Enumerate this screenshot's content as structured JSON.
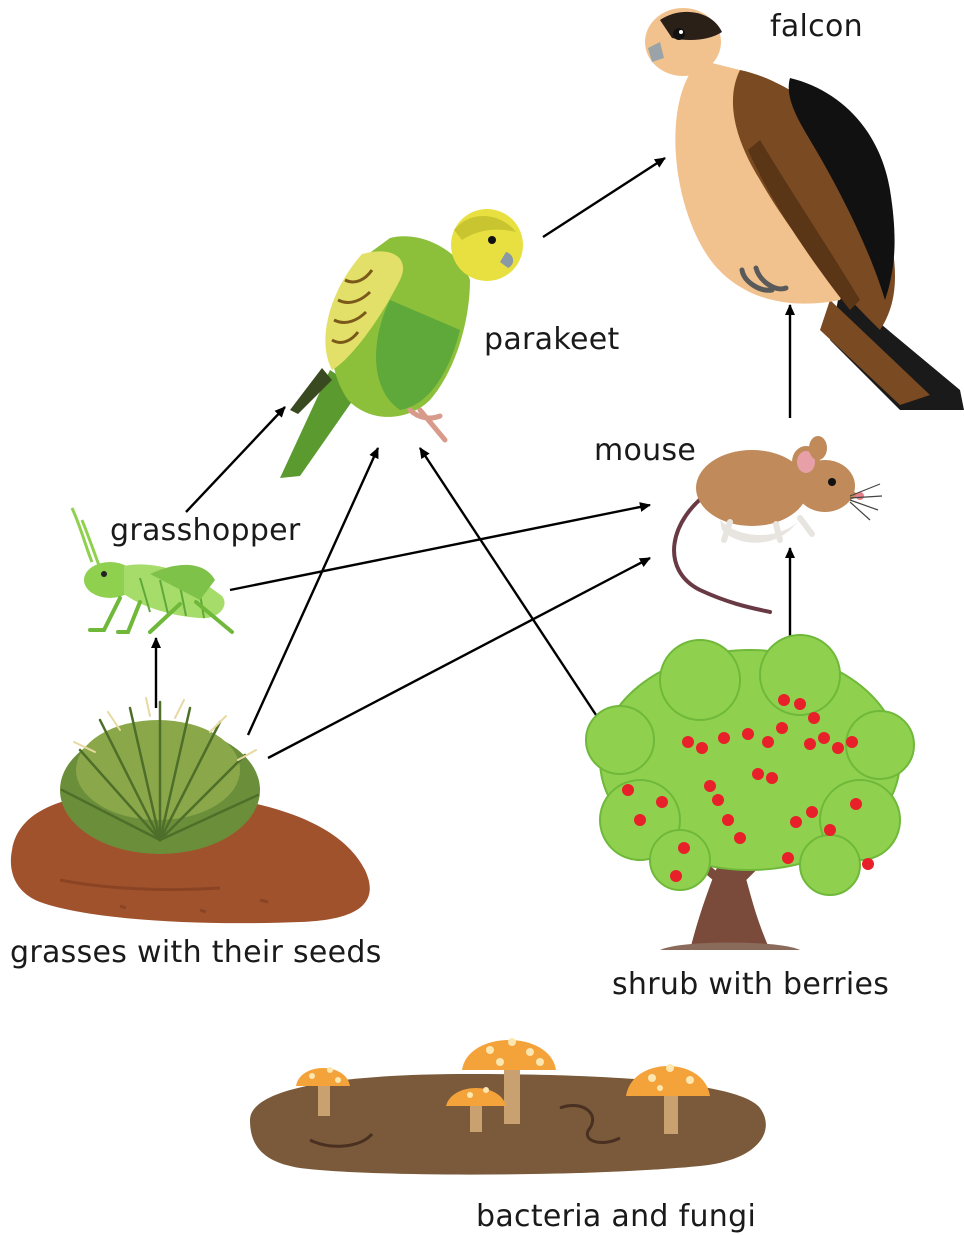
{
  "labels": {
    "falcon": "falcon",
    "parakeet": "parakeet",
    "mouse": "mouse",
    "grasshopper": "grasshopper",
    "grasses": "grasses with their seeds",
    "shrub": "shrub with berries",
    "decomposers": "bacteria and fungi"
  },
  "organisms": [
    {
      "id": "falcon",
      "icon": "falcon-icon"
    },
    {
      "id": "parakeet",
      "icon": "parakeet-icon"
    },
    {
      "id": "mouse",
      "icon": "mouse-icon"
    },
    {
      "id": "grasshopper",
      "icon": "grasshopper-icon"
    },
    {
      "id": "grasses",
      "icon": "grass-tuft-icon"
    },
    {
      "id": "shrub",
      "icon": "berry-shrub-icon"
    },
    {
      "id": "decomposers",
      "icon": "mushroom-soil-icon"
    }
  ],
  "food_links": [
    {
      "from": "grasses",
      "to": "grasshopper"
    },
    {
      "from": "grasses",
      "to": "parakeet"
    },
    {
      "from": "grasses",
      "to": "mouse"
    },
    {
      "from": "grasshopper",
      "to": "parakeet"
    },
    {
      "from": "grasshopper",
      "to": "mouse"
    },
    {
      "from": "shrub",
      "to": "parakeet"
    },
    {
      "from": "shrub",
      "to": "mouse"
    },
    {
      "from": "parakeet",
      "to": "falcon"
    },
    {
      "from": "mouse",
      "to": "falcon"
    }
  ],
  "colors": {
    "arrow": "#000000",
    "soil": "#a0522d",
    "decomposer_soil": "#7a5a3a",
    "grass": "#6b8e3a",
    "leaf": "#8fd14f",
    "berry": "#e8202a",
    "mushroom_cap": "#f4a23a"
  }
}
